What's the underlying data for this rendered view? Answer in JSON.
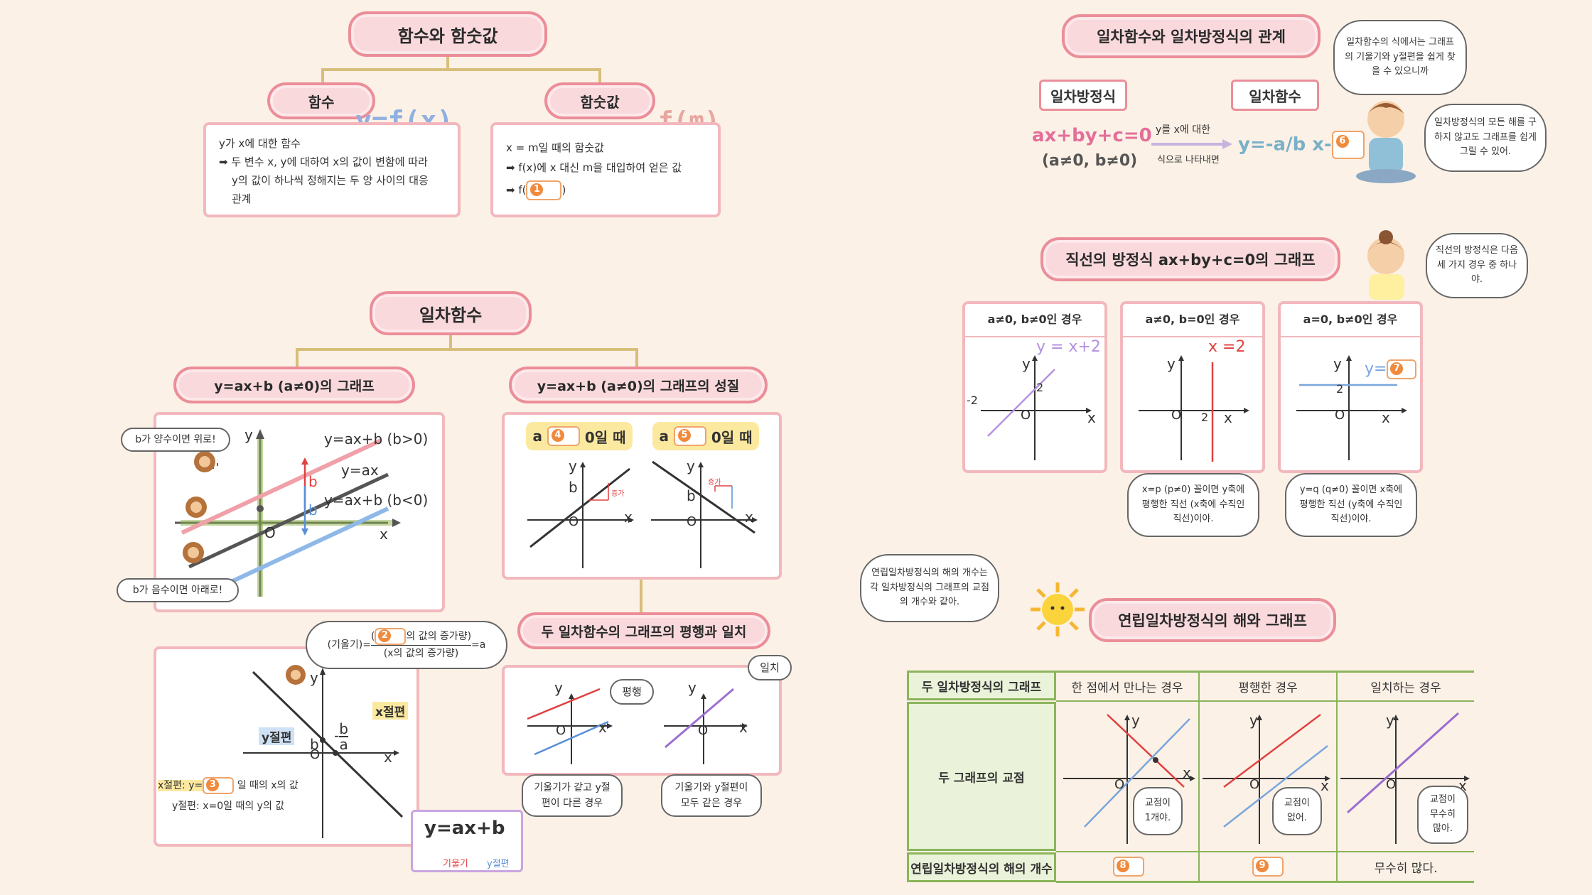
{
  "concept1": {
    "title": "함수와 함숫값",
    "func_tag": "함수",
    "func_deco": "y=f(x)",
    "func_lines": [
      "y가 x에 대한 함수",
      "➡ 두 변수 x, y에 대하여 x의 값이 변함에 따라",
      "y의 값이 하나씩 정해지는 두 양 사이의 대응",
      "관계"
    ],
    "val_tag": "함숫값",
    "val_deco": "f(m)",
    "val_lines": [
      "x = m일 때의 함숫값",
      "➡ f(x)에 x 대신 m을 대입하여 얻은 값",
      "➡ f("
    ],
    "val_close": ")",
    "blank1": "1"
  },
  "linear": {
    "title": "일차함수",
    "graph_tag": "y=ax+b (a≠0)의 그래프",
    "prop_tag": "y=ax+b (a≠0)의 그래프의 성질",
    "pos_bubble": "b가 양수이면 위로!",
    "neg_bubble": "b가 음수이면 아래로!",
    "eq_up": "y=ax+b (b>0)",
    "eq_mid": "y=ax",
    "eq_down": "y=ax+b (b<0)",
    "b_label": "b",
    "o_label": "O",
    "x_label": "x",
    "y_label": "y",
    "prop_a_prefix": "a",
    "prop_a_suffix": "0일 때",
    "blank4": "4",
    "blank5": "5",
    "inc": "증가",
    "slope_left": "(기울기)=",
    "slope_num_suffix": "의 값의 증가량)",
    "slope_den": "(x의 값의 증가량)",
    "slope_right": "=a",
    "blank2": "2",
    "x_int_label": "x절편",
    "y_int_label": "y절편",
    "minus_b_a_top": "b",
    "minus_b_a_bottom": "a",
    "x_int_text_a": "x절편: y=",
    "x_int_text_b": "일 때의 x의 값",
    "y_int_text": "y절편: x=0일 때의 y의 값",
    "blank3": "3",
    "formula": "y=ax+b",
    "formula_slope": "기울기",
    "formula_yint": "y절편",
    "parallel_tag": "두 일차함수의 그래프의 평행과 일치",
    "parallel_bubble": "평행",
    "coincide_bubble": "일치",
    "parallel_note": "기울기가 같고 y절편이 다른 경우",
    "coincide_note": "기울기와 y절편이 모두 같은 경우"
  },
  "relation": {
    "title": "일차함수와 일차방정식의 관계",
    "eq_tag": "일차방정식",
    "fn_tag": "일차함수",
    "eq": "ax+by+c=0",
    "cond": "(a≠0, b≠0)",
    "arrow_top": "y를 x에 대한",
    "arrow_bottom": "식으로 나타내면",
    "result": "y=-a/b x-",
    "blank6": "6",
    "bubble1": "일차함수의 식에서는 그래프의 기울기와 y절편을 쉽게 찾을 수 있으니까",
    "bubble2": "일차방정식의 모든 해를 구하지 않고도 그래프를 쉽게 그릴 수 있어."
  },
  "line_eq": {
    "title": "직선의 방정식 ax+by+c=0의 그래프",
    "bubble": "직선의 방정식은 다음 세 가지 경우 중 하나야.",
    "cases": [
      {
        "header": "a≠0, b≠0인 경우",
        "eq": "y = x+2"
      },
      {
        "header": "a≠0, b=0인 경우",
        "eq": "x =2"
      },
      {
        "header": "a=0, b≠0인 경우",
        "eq": "y="
      }
    ],
    "blank7": "7",
    "note_b": "x=p (p≠0) 꼴이면 y축에 평행한 직선 (x축에 수직인 직선)이야.",
    "note_c": "y=q (q≠0) 꼴이면 x축에 평행한 직선 (y축에 수직인 직선)이야.",
    "t2": "2",
    "tm2": "-2"
  },
  "system": {
    "title": "연립일차방정식의 해와 그래프",
    "bubble": "연립일차방정식의 해의 개수는 각 일차방정식의 그래프의 교점의 개수와 같아.",
    "row1": "두 일차방정식의 그래프",
    "row2": "두 그래프의 교점",
    "row3": "연립일차방정식의 해의 개수",
    "col1": "한 점에서 만나는 경우",
    "col2": "평행한 경우",
    "col3": "일치하는 경우",
    "note1": "교점이 1개야.",
    "note2": "교점이 없어.",
    "note3": "교점이 무수히 많아.",
    "blank8": "8",
    "blank9": "9",
    "infinite": "무수히 많다."
  },
  "colors": {
    "pink": "#eb8e99",
    "red": "#e0413e",
    "blue": "#5a8fd8",
    "purple": "#9b6fd0",
    "green": "#8ab55a"
  }
}
